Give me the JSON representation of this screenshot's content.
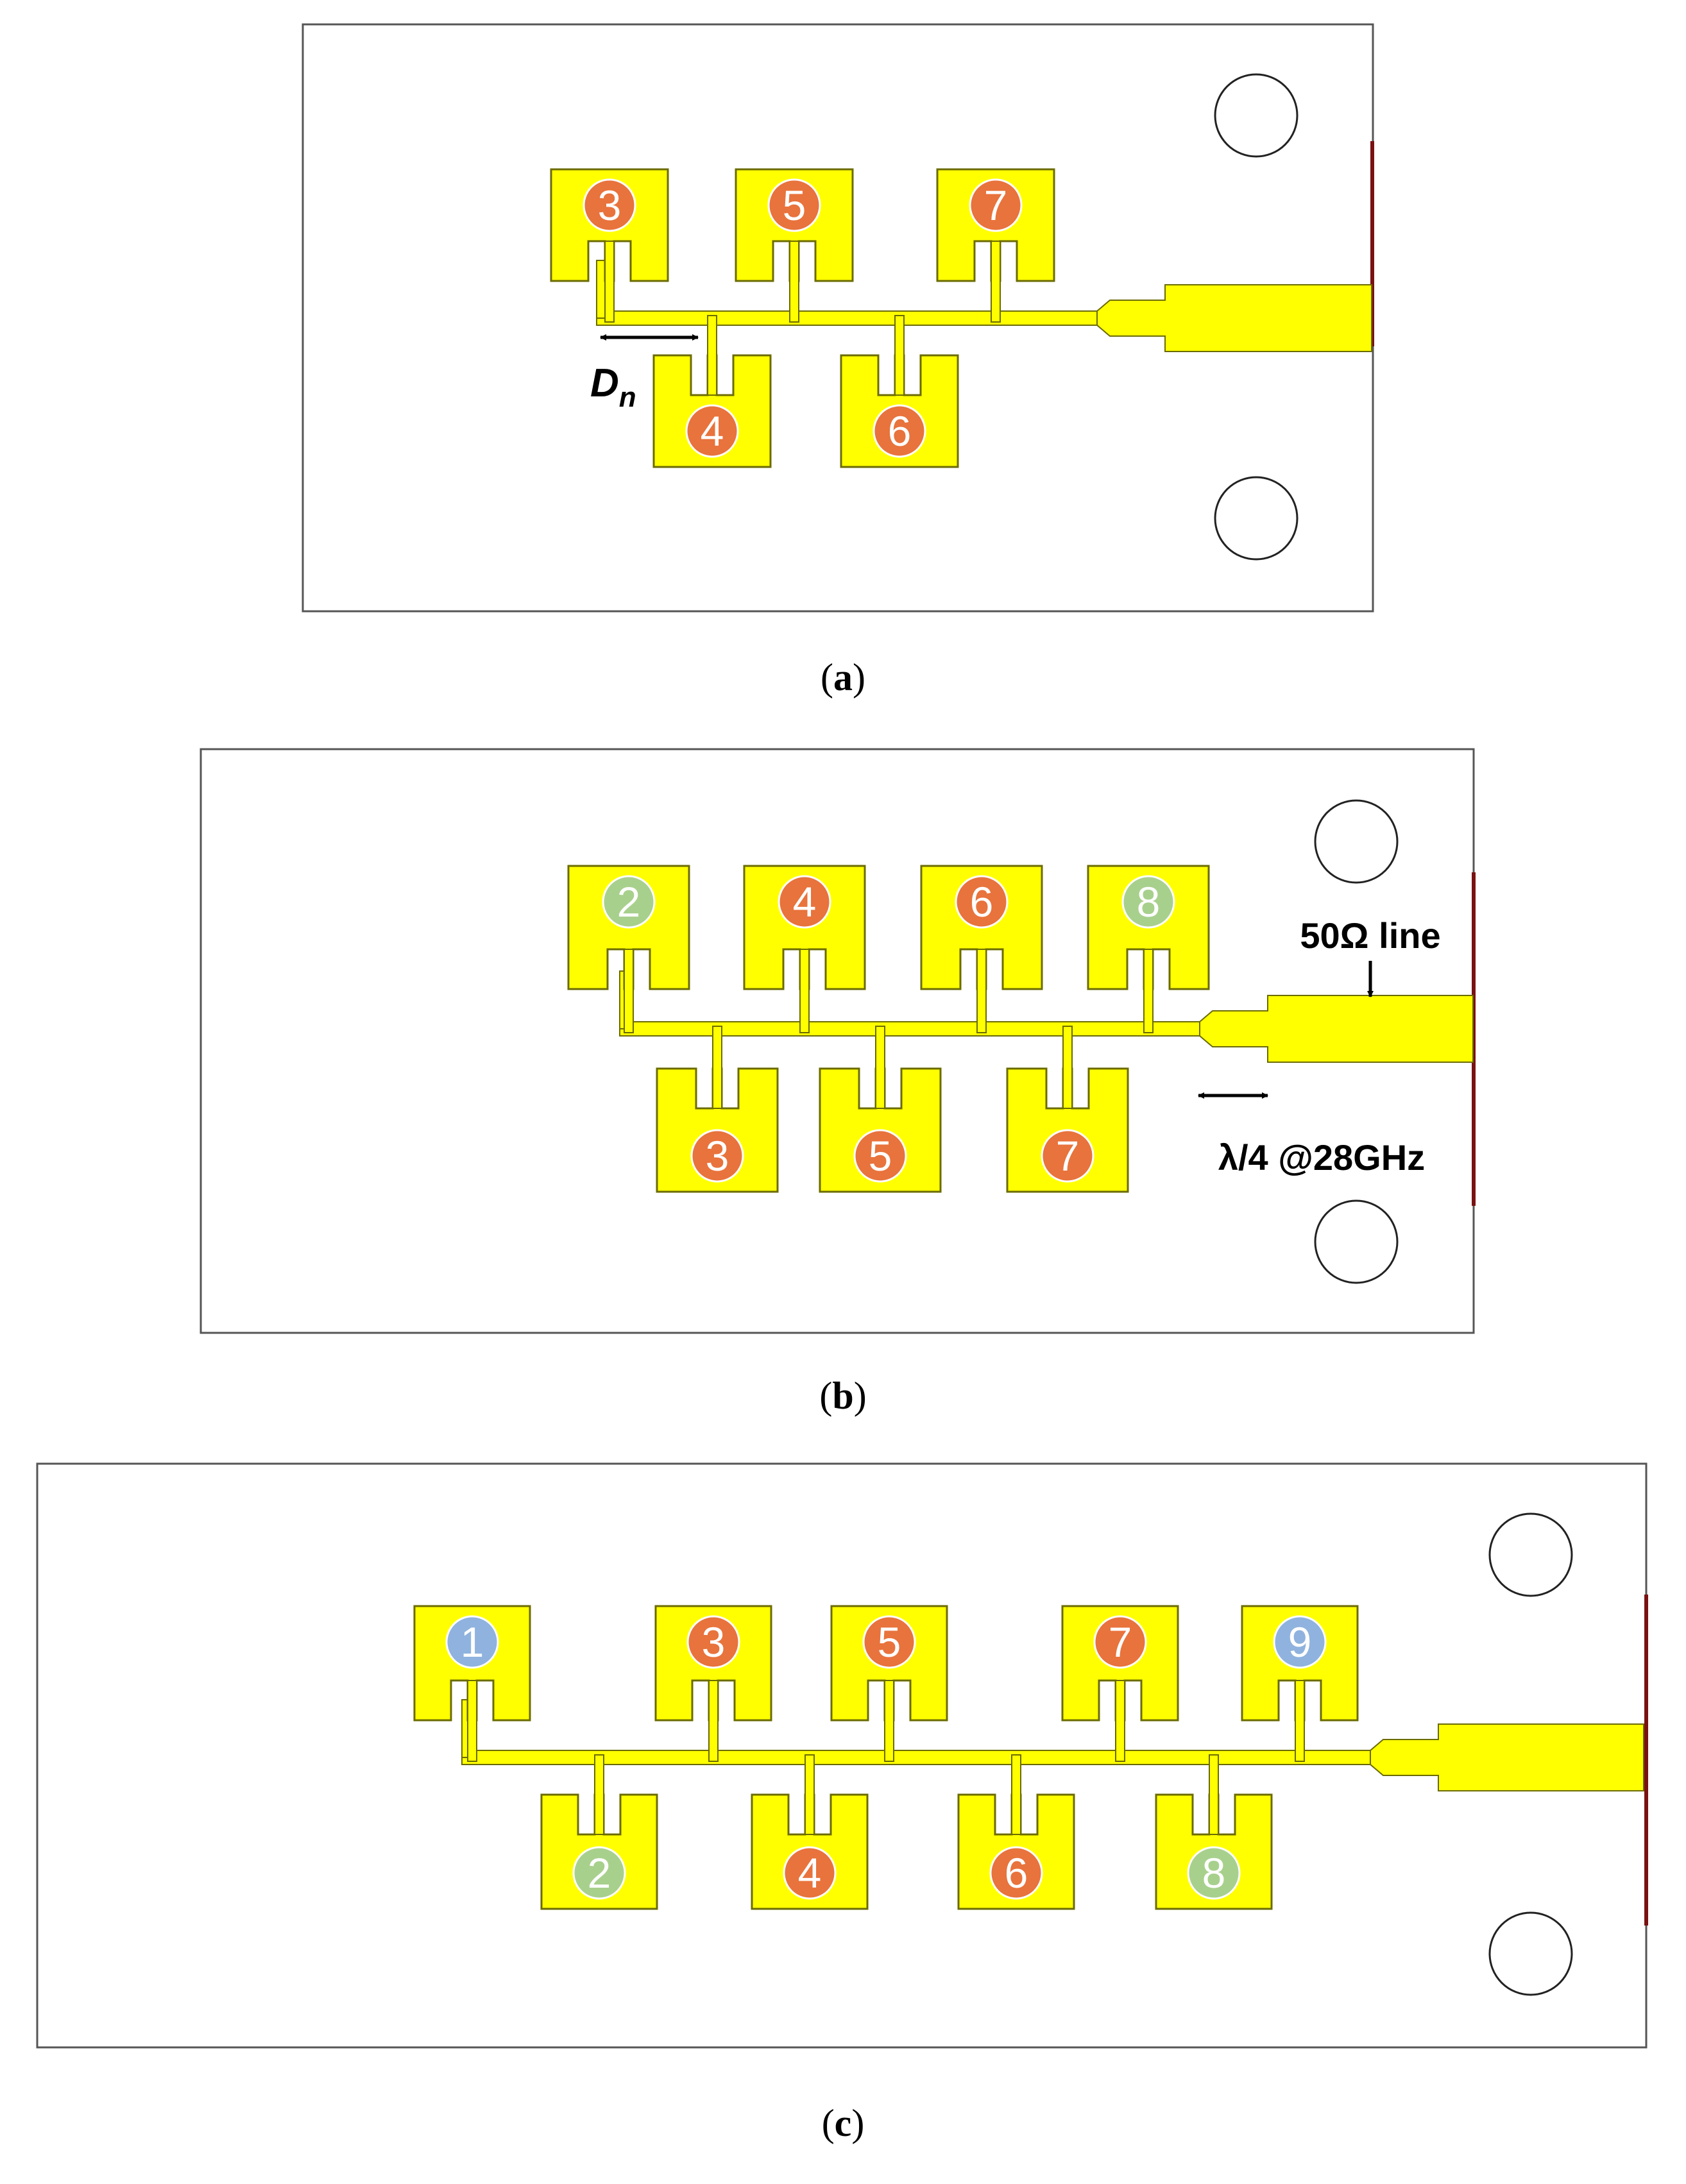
{
  "colors": {
    "gold": "#ffff00",
    "goldStroke": "#6b6b00",
    "orange": "#e8733c",
    "green": "#a8d08d",
    "blue": "#8fb3de",
    "border": "#555555",
    "feedMark": "#7a1212"
  },
  "panels": [
    {
      "id": "a",
      "caption": "a",
      "patches": [
        {
          "label": "3",
          "color": "orange"
        },
        {
          "label": "4",
          "color": "orange"
        },
        {
          "label": "5",
          "color": "orange"
        },
        {
          "label": "6",
          "color": "orange"
        },
        {
          "label": "7",
          "color": "orange"
        }
      ],
      "annotations": {
        "dn": "D",
        "dn_sub": "n"
      }
    },
    {
      "id": "b",
      "caption": "b",
      "patches": [
        {
          "label": "2",
          "color": "green"
        },
        {
          "label": "3",
          "color": "orange"
        },
        {
          "label": "4",
          "color": "orange"
        },
        {
          "label": "5",
          "color": "orange"
        },
        {
          "label": "6",
          "color": "orange"
        },
        {
          "label": "7",
          "color": "orange"
        },
        {
          "label": "8",
          "color": "green"
        }
      ],
      "annotations": {
        "line50": "50Ω line",
        "quarter": "λ/4 @28GHz"
      }
    },
    {
      "id": "c",
      "caption": "c",
      "patches": [
        {
          "label": "1",
          "color": "blue"
        },
        {
          "label": "2",
          "color": "green"
        },
        {
          "label": "3",
          "color": "orange"
        },
        {
          "label": "4",
          "color": "orange"
        },
        {
          "label": "5",
          "color": "orange"
        },
        {
          "label": "6",
          "color": "orange"
        },
        {
          "label": "7",
          "color": "orange"
        },
        {
          "label": "8",
          "color": "green"
        },
        {
          "label": "9",
          "color": "blue"
        }
      ],
      "annotations": {}
    }
  ]
}
